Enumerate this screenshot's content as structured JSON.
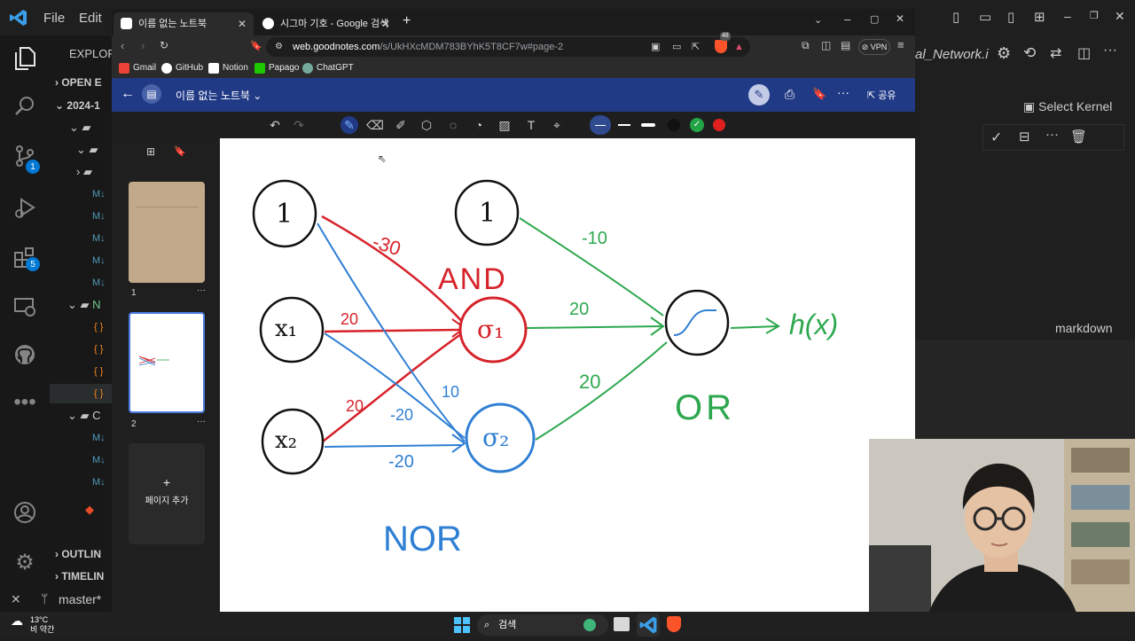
{
  "vscode": {
    "menu": [
      "File",
      "Edit"
    ],
    "sidebar": {
      "explorer_title": "EXPLORE",
      "open_editors": "OPEN E",
      "folder": "2024-1",
      "outline": "OUTLIN",
      "timeline": "TIMELIN"
    },
    "badges": {
      "source_control": "1",
      "extensions": "5"
    },
    "right": {
      "notebook_name": "al_Network.i",
      "select_kernel": "Select Kernel",
      "cell_type": "markdown"
    },
    "status": {
      "branch": "master*"
    }
  },
  "browser": {
    "tabs": [
      {
        "label": "이름 없는 노트북",
        "active": true
      },
      {
        "label": "시그마 기호 - Google 검색",
        "active": false
      }
    ],
    "url": {
      "host": "web.goodnotes.com",
      "path": "/s/UkHXcMDM783BYhK5T8CF7w#page-2"
    },
    "vpn": "VPN",
    "brave_count": "48",
    "bookmarks": [
      "Gmail",
      "GitHub",
      "Notion",
      "Papago",
      "ChatGPT"
    ]
  },
  "goodnotes": {
    "title": "이름 없는 노트북",
    "share": "공유",
    "pages": [
      {
        "number": "1"
      },
      {
        "number": "2"
      }
    ],
    "add_page": "페이지 추가",
    "colors": [
      "#213a86",
      "#222222",
      "#22a447",
      "#e01f1f"
    ]
  },
  "drawing": {
    "nodes": [
      {
        "id": "bias1",
        "label": "1",
        "color": "#111111"
      },
      {
        "id": "x1",
        "label": "x₁",
        "color": "#111111"
      },
      {
        "id": "x2",
        "label": "x₂",
        "color": "#111111"
      },
      {
        "id": "bias2",
        "label": "1",
        "color": "#111111"
      },
      {
        "id": "sigma1",
        "label": "σ₁",
        "color": "#d6232a"
      },
      {
        "id": "sigma2",
        "label": "σ₂",
        "color": "#2f7fd4"
      },
      {
        "id": "out",
        "label": "",
        "color": "#111111"
      }
    ],
    "weights": {
      "bias1_sigma1": "-30",
      "x1_sigma1": "20",
      "x2_sigma1": "20",
      "bias1_sigma2": "10",
      "x1_sigma2": "-20",
      "x2_sigma2": "-20",
      "bias2_out": "-10",
      "sigma1_out": "20",
      "sigma2_out": "20"
    },
    "annotations": {
      "and": "AND",
      "nor": "NOR",
      "or": "OR",
      "output": "h(x)"
    },
    "colors": {
      "red": "#d6232a",
      "blue": "#2f7fd4",
      "green": "#2ea84f",
      "black": "#111111"
    }
  },
  "taskbar": {
    "weather_temp": "13°C",
    "weather_desc": "비 약간",
    "search": "검색"
  }
}
